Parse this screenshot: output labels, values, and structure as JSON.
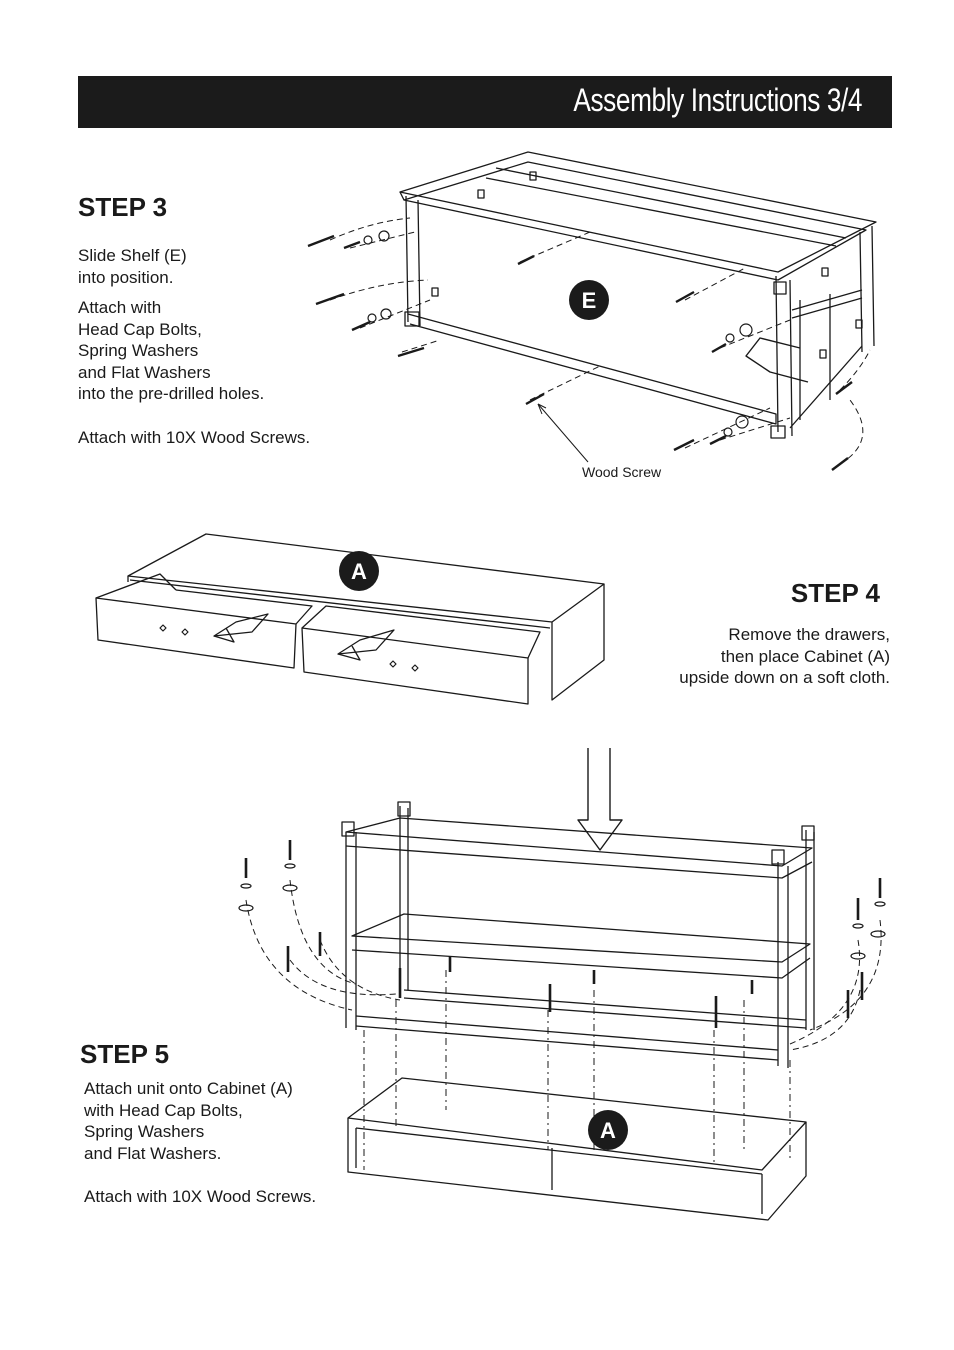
{
  "header": {
    "title": "Assembly Instructions 3/4"
  },
  "step3": {
    "heading": "STEP 3",
    "lines1": [
      "Slide Shelf (E)",
      "into position."
    ],
    "lines2": [
      "Attach with",
      "Head Cap Bolts,",
      "Spring Washers",
      "and Flat Washers",
      "into the pre-drilled holes."
    ],
    "lines3": [
      "Attach with 10X Wood Screws."
    ],
    "shelf_badge": "E",
    "screw_label": "Wood Screw"
  },
  "step4": {
    "heading": "STEP 4",
    "lines": [
      "Remove the drawers,",
      "then place Cabinet (A)",
      "upside down on a soft cloth."
    ],
    "cabinet_badge": "A"
  },
  "step5": {
    "heading": "STEP 5",
    "lines1": [
      "Attach unit onto Cabinet (A)",
      "with Head Cap Bolts,",
      "Spring Washers",
      "and Flat Washers."
    ],
    "lines2": [
      "Attach with 10X Wood Screws."
    ],
    "cabinet_badge": "A"
  }
}
